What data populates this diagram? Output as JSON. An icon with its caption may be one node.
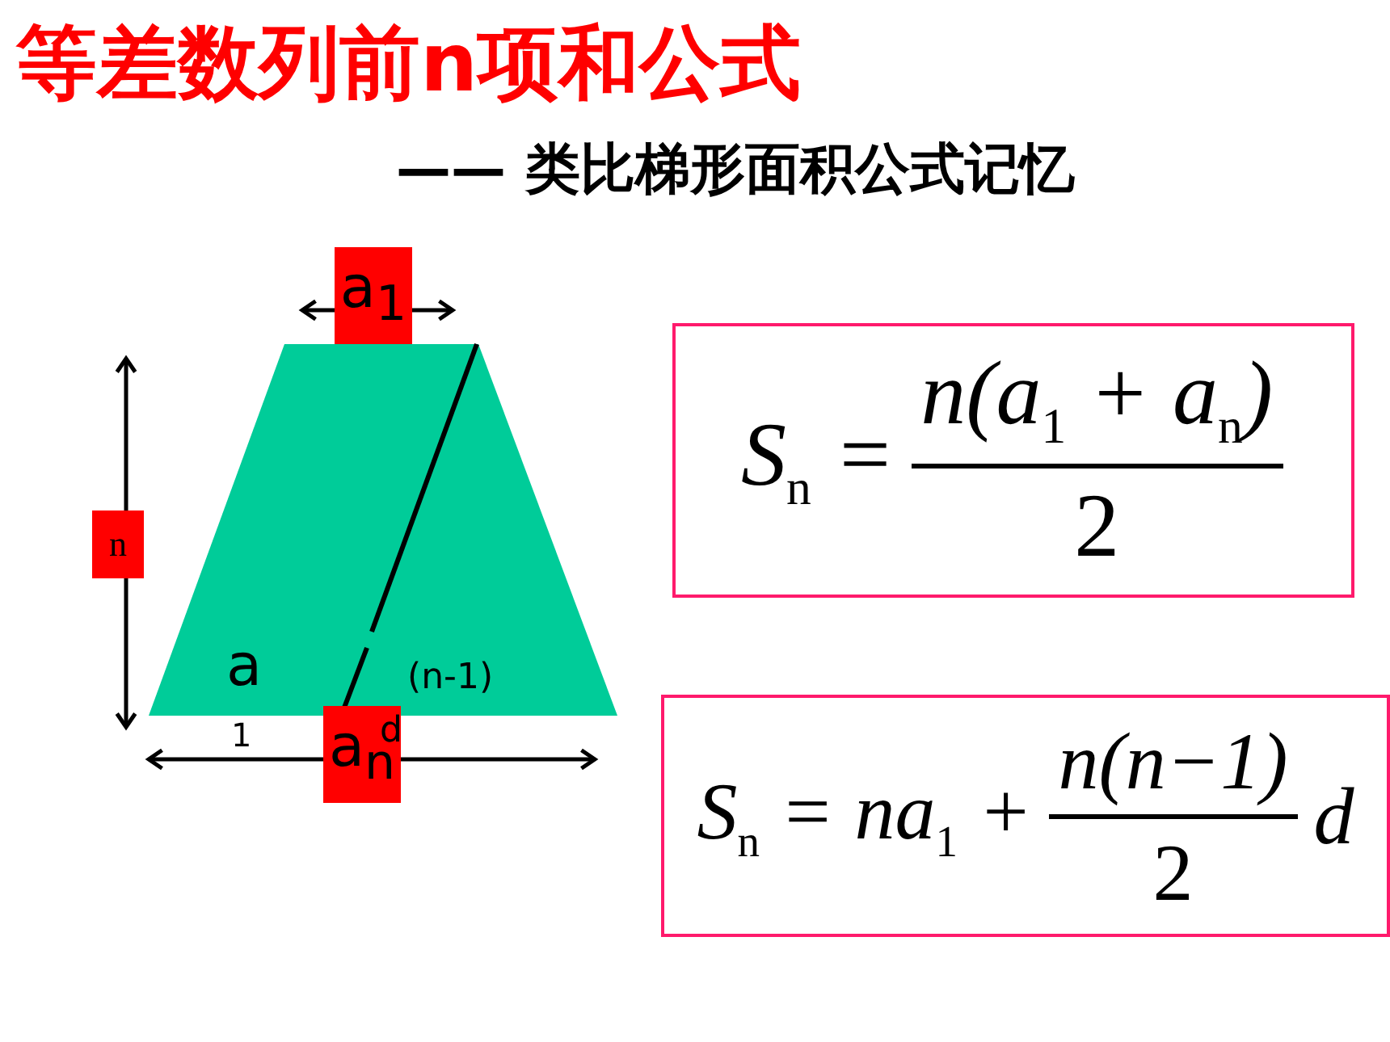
{
  "diagram": {
    "title": "等差数列前n项和公式",
    "caption": "—— 类比梯形面积公式记忆",
    "nodes": [
      {
        "text": [
          "a",
          "(n-1)"
        ],
        "beside": [
          "1",
          "d"
        ]
      },
      {
        "text": [
          "a$_{1}$"
        ]
      },
      {
        "text": [
          "n"
        ]
      },
      {
        "text": [
          "a$_{n}$"
        ]
      },
      {
        "text": [
          "S$_{n}$ =",
          "n(a$_{1}$ + a$_{n}$)",
          "2"
        ]
      },
      {
        "text": [
          "S$_{n}$ = na$_{1}$ +",
          "n(n−1)",
          "2",
          "d"
        ]
      }
    ]
  }
}
